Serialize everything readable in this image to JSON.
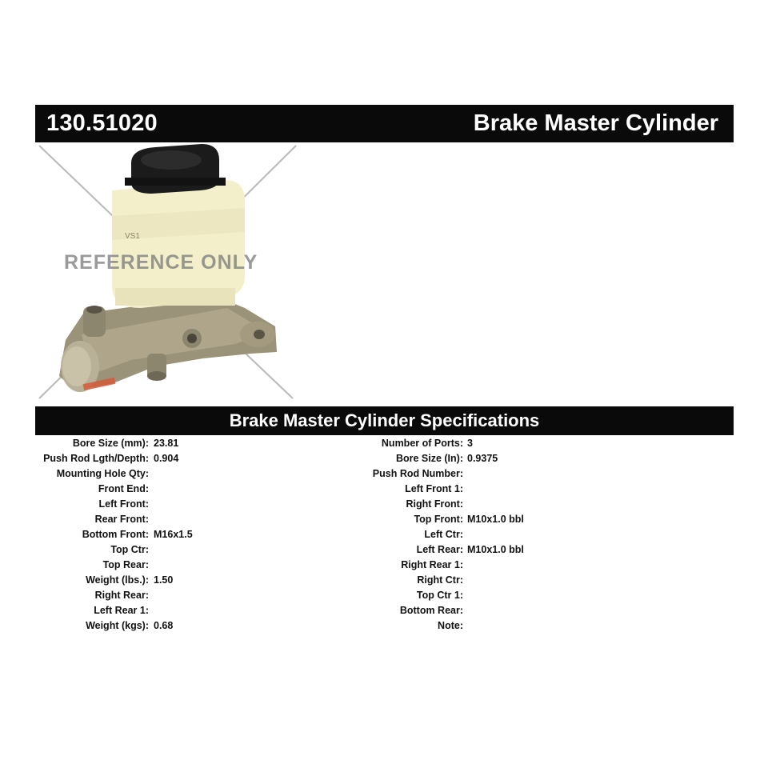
{
  "header": {
    "part_number": "130.51020",
    "product_title": "Brake Master Cylinder"
  },
  "image": {
    "watermark": "REFERENCE ONLY",
    "reservoir_marking": "VS1"
  },
  "specs": {
    "title": "Brake Master Cylinder Specifications",
    "left": [
      {
        "label": "Bore Size (mm):",
        "value": "23.81"
      },
      {
        "label": "Push Rod Lgth/Depth:",
        "value": "0.904"
      },
      {
        "label": "Mounting Hole Qty:",
        "value": ""
      },
      {
        "label": "Front End:",
        "value": ""
      },
      {
        "label": "Left Front:",
        "value": ""
      },
      {
        "label": "Rear Front:",
        "value": ""
      },
      {
        "label": "Bottom Front:",
        "value": "M16x1.5"
      },
      {
        "label": "Top Ctr:",
        "value": ""
      },
      {
        "label": "Top Rear:",
        "value": ""
      },
      {
        "label": "Weight (lbs.):",
        "value": "1.50"
      },
      {
        "label": "Right Rear:",
        "value": ""
      },
      {
        "label": "Left Rear 1:",
        "value": ""
      },
      {
        "label": "Weight (kgs):",
        "value": "0.68"
      }
    ],
    "right": [
      {
        "label": "Number of Ports:",
        "value": "3"
      },
      {
        "label": "Bore Size (In):",
        "value": "0.9375"
      },
      {
        "label": "Push Rod Number:",
        "value": ""
      },
      {
        "label": "Left Front 1:",
        "value": ""
      },
      {
        "label": "Right Front:",
        "value": ""
      },
      {
        "label": "Top Front:",
        "value": "M10x1.0 bbl"
      },
      {
        "label": "Left Ctr:",
        "value": ""
      },
      {
        "label": "Left Rear:",
        "value": "M10x1.0 bbl"
      },
      {
        "label": "Right Rear 1:",
        "value": ""
      },
      {
        "label": "Right Ctr:",
        "value": ""
      },
      {
        "label": "Top Ctr 1:",
        "value": ""
      },
      {
        "label": "Bottom Rear:",
        "value": ""
      },
      {
        "label": "Note:",
        "value": ""
      }
    ]
  }
}
